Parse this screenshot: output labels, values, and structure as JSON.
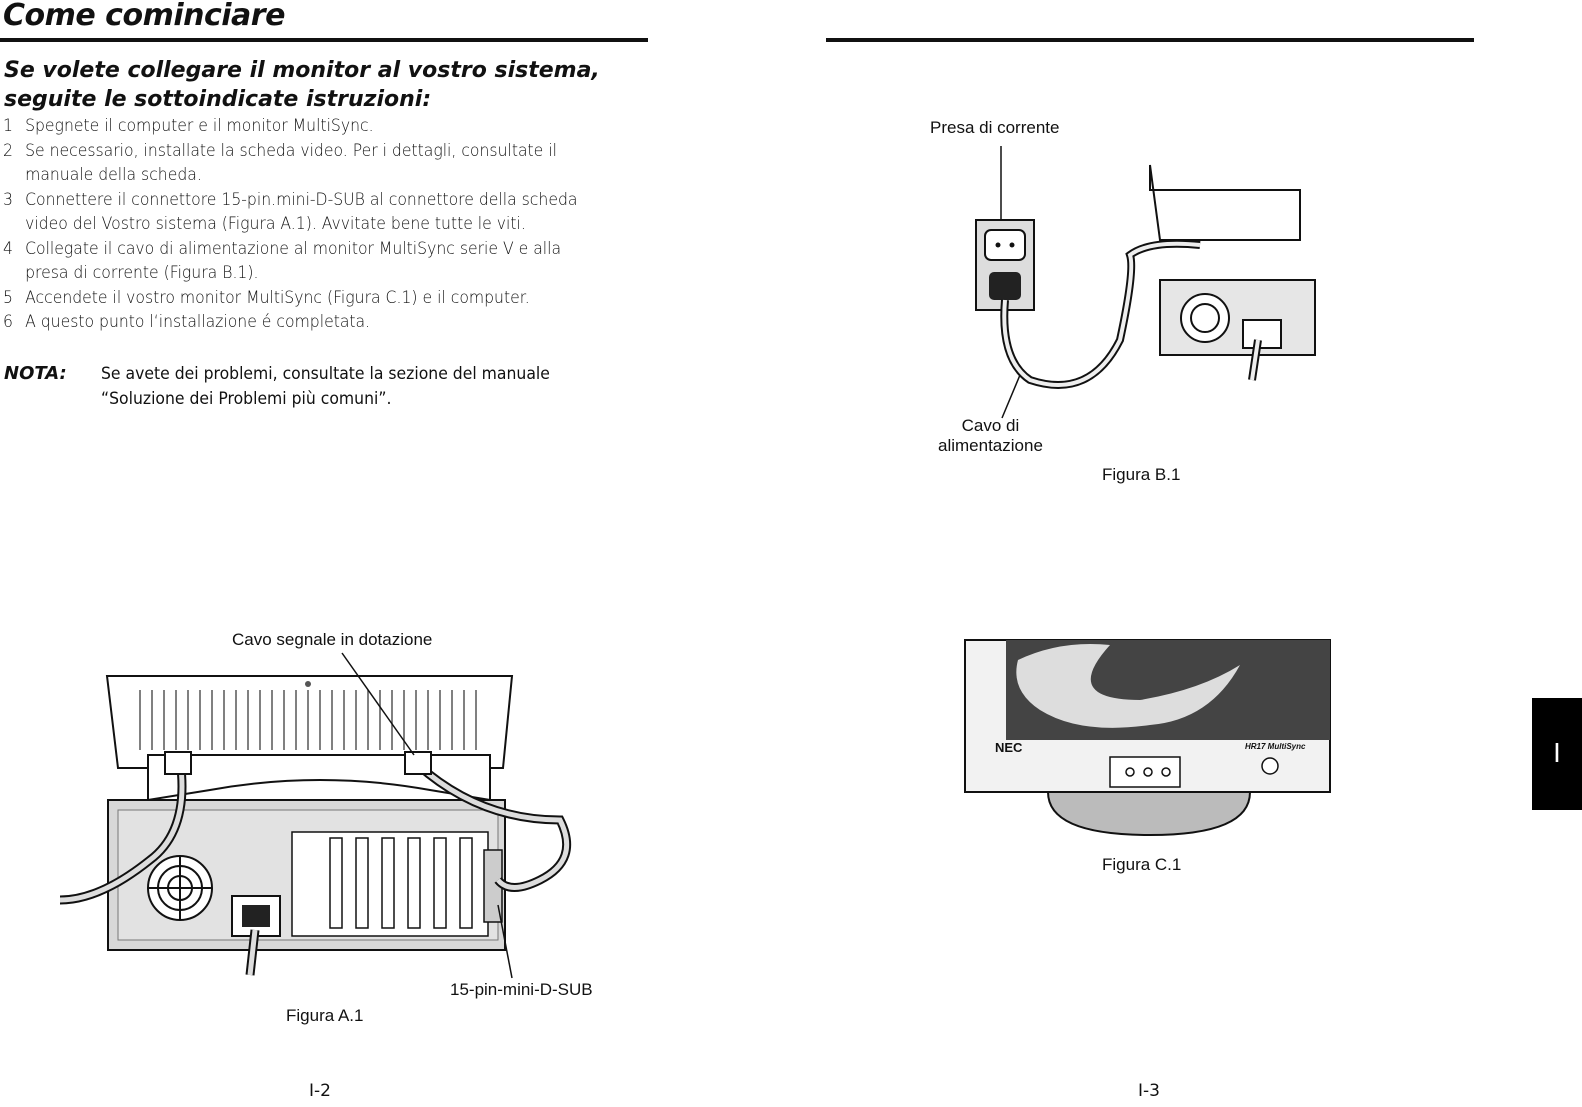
{
  "left_page": {
    "title": "Come cominciare",
    "subtitle_line1": "Se volete collegare il monitor al vostro sistema,",
    "subtitle_line2": "seguite le sottoindicate istruzioni:",
    "steps": [
      {
        "num": "1",
        "line1": "Spegnete il computer e il monitor MultiSync.",
        "line2": ""
      },
      {
        "num": "2",
        "line1": "Se necessario, installate la scheda video. Per i dettagli, consultate il",
        "line2": "manuale della scheda."
      },
      {
        "num": "3",
        "line1": "Connettere il connettore 15-pin.mini-D-SUB al connettore della scheda",
        "line2": "video del Vostro sistema (Figura A.1). Avvitate bene tutte le viti."
      },
      {
        "num": "4",
        "line1": "Collegate il cavo di alimentazione al monitor MultiSync serie V e alla",
        "line2": "presa di corrente (Figura B.1)."
      },
      {
        "num": "5",
        "line1": "Accendete il vostro monitor MultiSync (Figura C.1) e il computer.",
        "line2": ""
      },
      {
        "num": "6",
        "line1": "A questo punto l‘installazione é completata.",
        "line2": ""
      }
    ],
    "note_label": "NOTA:",
    "note_line1": "Se avete dei problemi, consultate la sezione del manuale",
    "note_line2": "“Soluzione dei Problemi più comuni”.",
    "figure_a": {
      "label_cable": "Cavo segnale in dotazione",
      "label_connector": "15-pin-mini-D-SUB",
      "caption": "Figura A.1"
    },
    "page_number": "I-2"
  },
  "right_page": {
    "figure_b": {
      "label_outlet": "Presa di corrente",
      "label_cord_line1": "Cavo di",
      "label_cord_line2": "alimentazione",
      "caption": "Figura B.1"
    },
    "figure_c": {
      "brand": "NEC",
      "model": "HR17 MultiSync",
      "caption": "Figura C.1"
    },
    "page_number": "I-3",
    "language_tab": "I"
  }
}
